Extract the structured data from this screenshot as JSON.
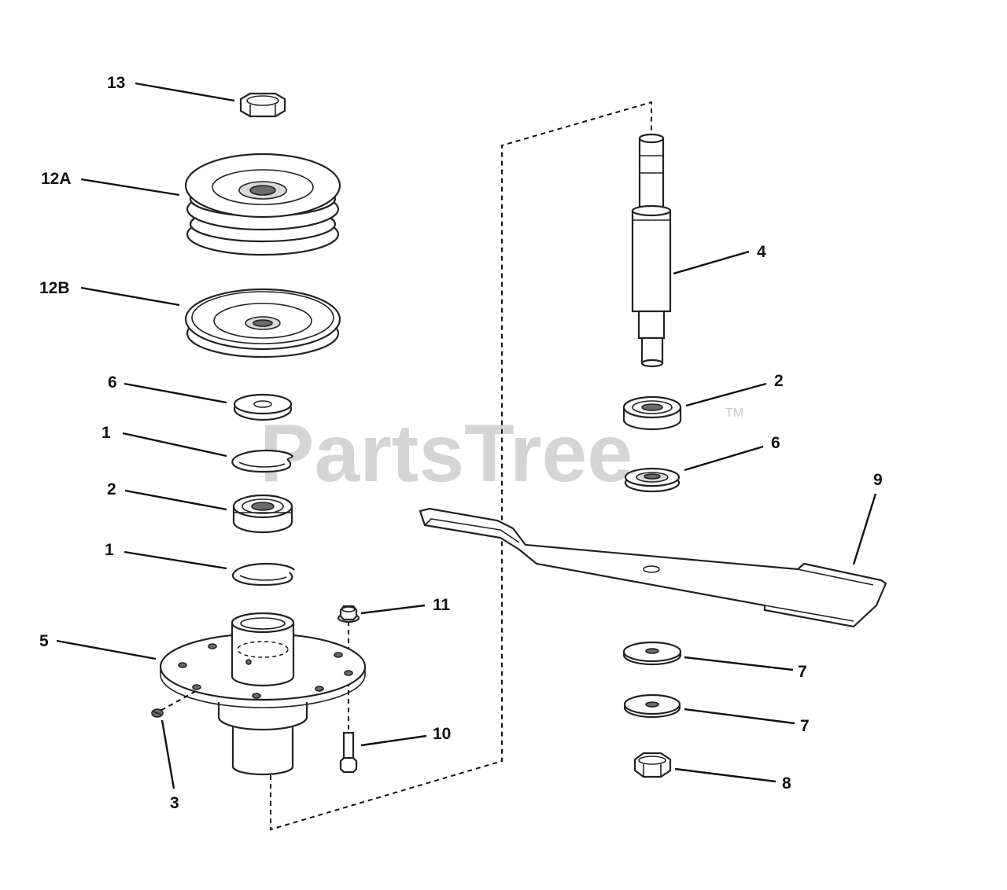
{
  "watermark": {
    "text": "PartsTree",
    "mark": "TM"
  },
  "callouts": {
    "c13": "13",
    "c12a": "12A",
    "c12b": "12B",
    "c6_left": "6",
    "c1_top": "1",
    "c2_left": "2",
    "c1_bottom": "1",
    "c5": "5",
    "c3": "3",
    "c11": "11",
    "c10": "10",
    "c4": "4",
    "c2_right": "2",
    "c6_right": "6",
    "c9": "9",
    "c7_top": "7",
    "c7_bottom": "7",
    "c8": "8"
  },
  "colors": {
    "line": "#111111",
    "watermark": "#c8c8c8"
  }
}
